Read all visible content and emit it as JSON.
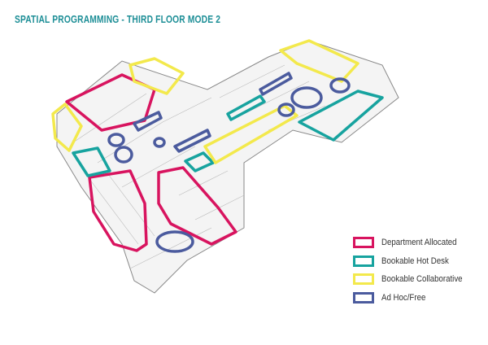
{
  "title": "SPATIAL PROGRAMMING - THIRD FLOOR MODE 2",
  "legend": [
    {
      "label": "Department Allocated",
      "color": "#d8145f"
    },
    {
      "label": "Bookable Hot Desk",
      "color": "#17a39f"
    },
    {
      "label": "Bookable Collaborative",
      "color": "#f3e94c"
    },
    {
      "label": "Ad Hoc/Free",
      "color": "#4b5b9e"
    }
  ]
}
